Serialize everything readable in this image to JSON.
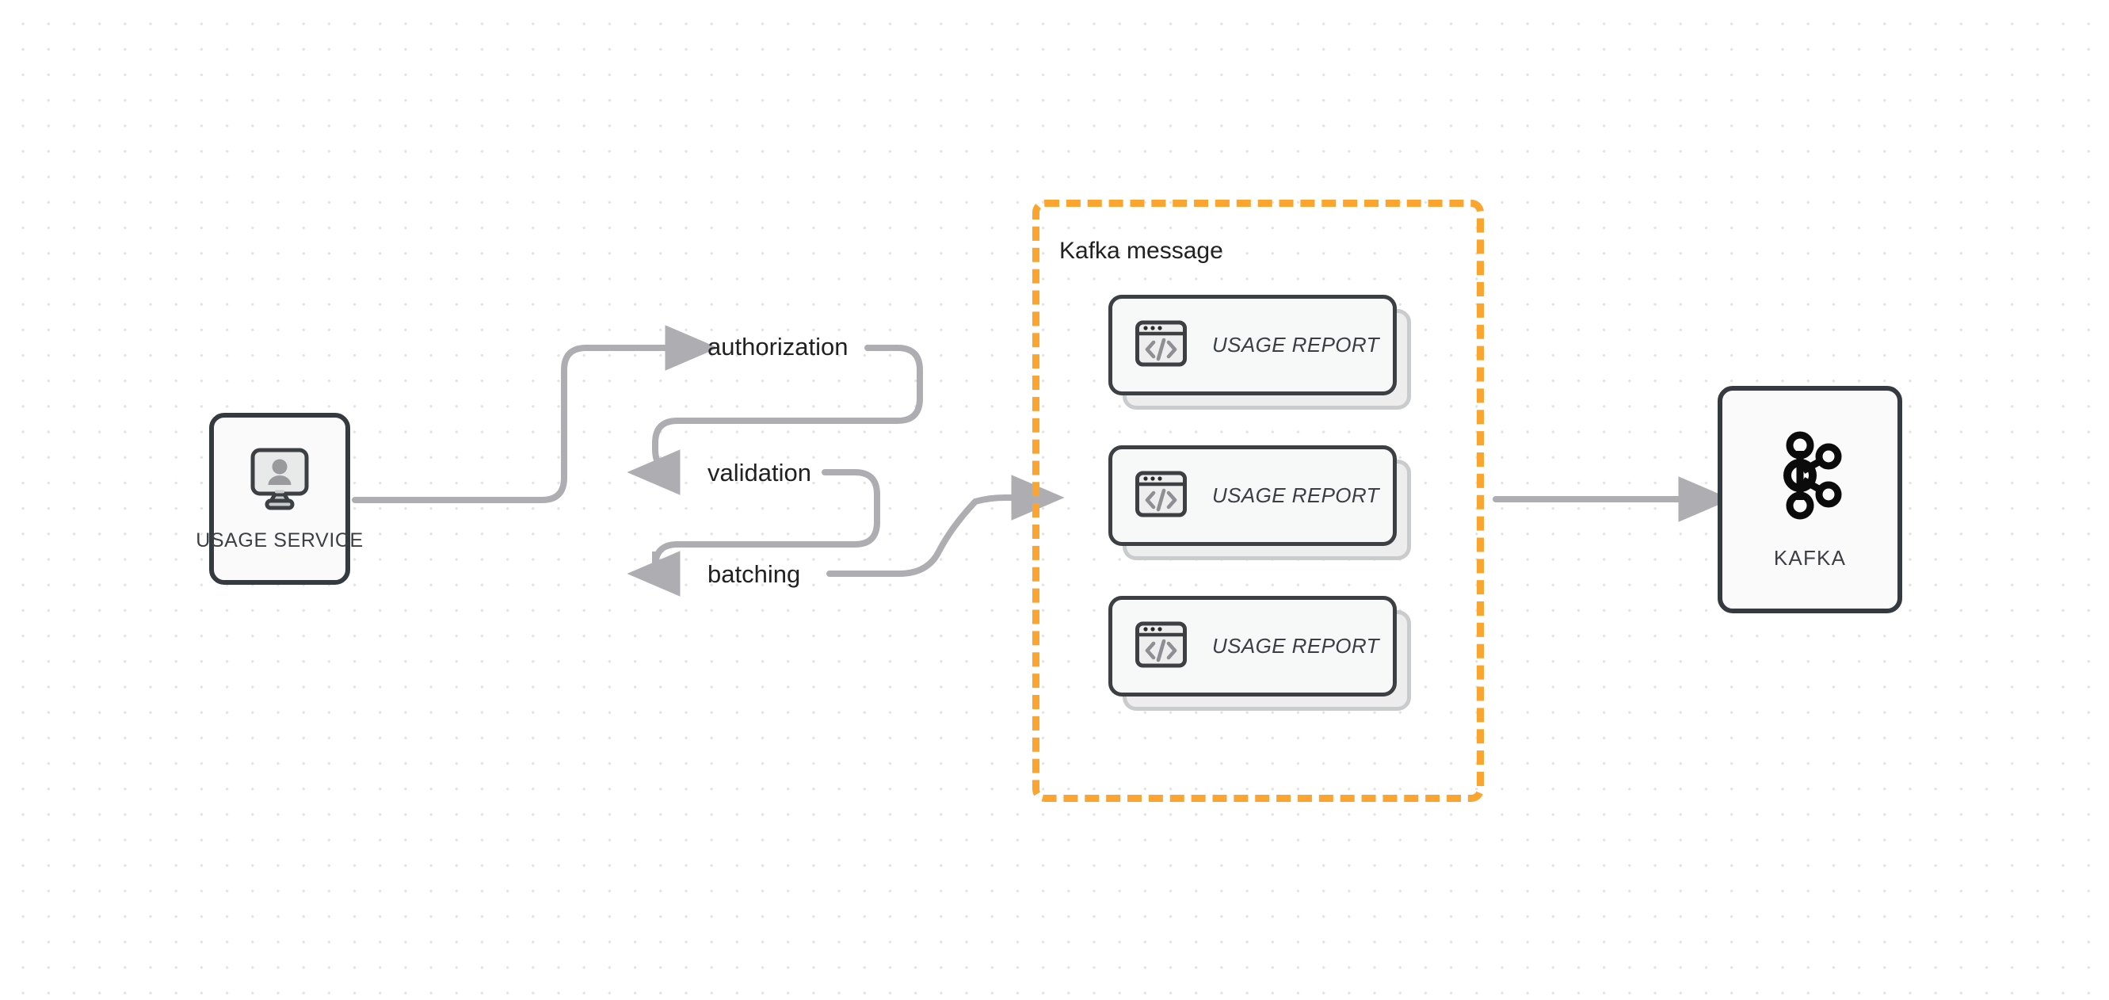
{
  "diagram": {
    "title": "Usage Service to Kafka message flow",
    "background": {
      "color": "#ffffff",
      "dot_color": "#e3e3e5",
      "dot_spacing": 32
    },
    "colors": {
      "node_border": "#343a40",
      "node_fill": "#fafafa",
      "edge": "#aeaeb2",
      "group_border": "#fba530",
      "card_border": "#3c4043",
      "card_fill": "#f7f8f8",
      "card_shadow_fill": "#ededed",
      "label_text": "#212121",
      "node_text": "#3c4043"
    }
  },
  "nodes": {
    "usage_service": {
      "label": "USAGE SERVICE",
      "icon": "monitor-user-icon"
    },
    "kafka": {
      "label": "KAFKA",
      "icon": "kafka-logo-icon"
    }
  },
  "flow_steps": [
    {
      "label": "authorization"
    },
    {
      "label": "validation"
    },
    {
      "label": "batching"
    }
  ],
  "group": {
    "title": "Kafka message",
    "border_style": "dashed",
    "cards": [
      {
        "label": "USAGE REPORT",
        "icon": "code-window-icon"
      },
      {
        "label": "USAGE REPORT",
        "icon": "code-window-icon"
      },
      {
        "label": "USAGE REPORT",
        "icon": "code-window-icon"
      }
    ]
  },
  "edges": [
    {
      "from": "usage-service",
      "to": "authorization",
      "style": "orthogonal-rounded",
      "arrow": true
    },
    {
      "from": "authorization",
      "to": "validation",
      "style": "serpentine",
      "arrow": true
    },
    {
      "from": "validation",
      "to": "batching",
      "style": "serpentine",
      "arrow": true
    },
    {
      "from": "batching",
      "to": "kafka-message-group",
      "style": "curved",
      "arrow": true
    },
    {
      "from": "kafka-message-group",
      "to": "kafka",
      "style": "straight",
      "arrow": true
    }
  ]
}
